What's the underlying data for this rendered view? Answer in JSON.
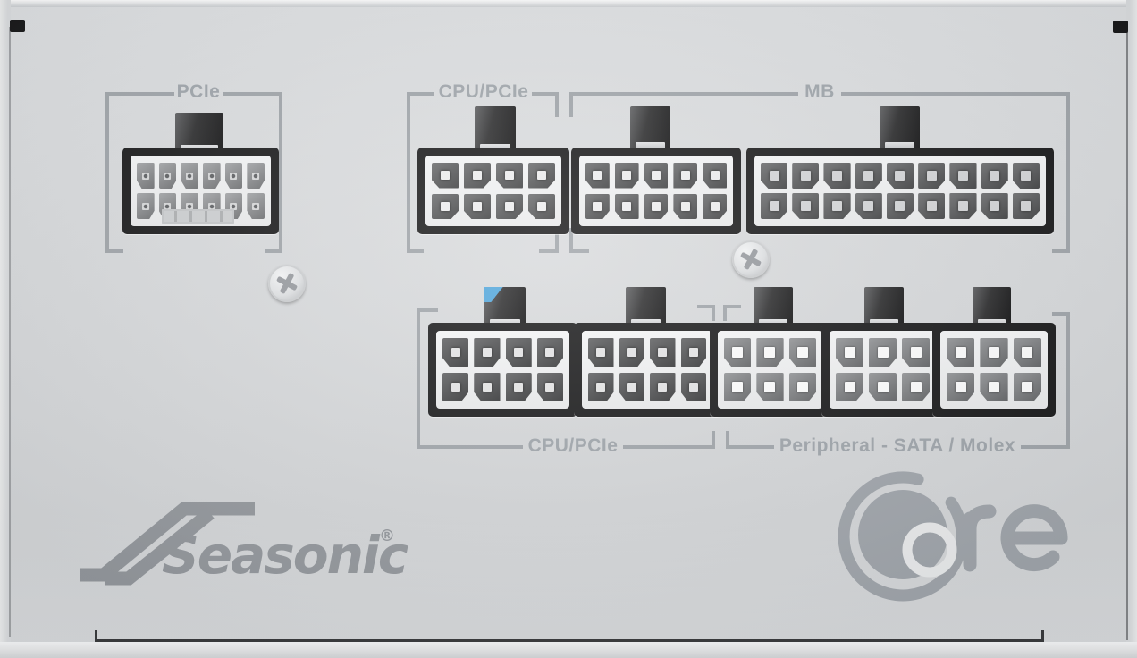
{
  "product": {
    "brand": "Seasonic",
    "brand_mark": "®",
    "series": "Core",
    "series_rendered_suffix": "re"
  },
  "groups": {
    "pcie": {
      "label": "PCIe"
    },
    "cpu_pcie_top": {
      "label": "CPU/PCIe"
    },
    "mb": {
      "label": "MB"
    },
    "cpu_pcie_bottom": {
      "label": "CPU/PCIe"
    },
    "peripheral": {
      "label": "Peripheral - SATA / Molex"
    }
  },
  "connectors": {
    "top_row": [
      {
        "name": "pcie-12pin-socket",
        "group": "PCIe",
        "pins": 12,
        "rows": 2,
        "cols": 6,
        "pin_style": "pcie-style",
        "has_key_strip": true
      },
      {
        "name": "cpu-pcie-8pin-socket",
        "group": "CPU/PCIe",
        "pins": 8,
        "rows": 2,
        "cols": 4,
        "pin_style": "dark-style"
      },
      {
        "name": "mb-10pin-socket",
        "group": "MB",
        "pins": 10,
        "rows": 2,
        "cols": 5,
        "pin_style": "dark-style"
      },
      {
        "name": "mb-18pin-socket",
        "group": "MB",
        "pins": 18,
        "rows": 2,
        "cols": 9,
        "pin_style": "mb-style"
      }
    ],
    "bottom_row": [
      {
        "name": "cpu-pcie-8pin-socket-1",
        "group": "CPU/PCIe",
        "pins": 8,
        "rows": 2,
        "cols": 4,
        "pin_style": "darkest-style",
        "blue_mark": true
      },
      {
        "name": "cpu-pcie-8pin-socket-2",
        "group": "CPU/PCIe",
        "pins": 8,
        "rows": 2,
        "cols": 4,
        "pin_style": "darkest-style"
      },
      {
        "name": "peripheral-6pin-socket-1",
        "group": "Peripheral - SATA / Molex",
        "pins": 6,
        "rows": 2,
        "cols": 3,
        "pin_style": "peri-style"
      },
      {
        "name": "peripheral-6pin-socket-2",
        "group": "Peripheral - SATA / Molex",
        "pins": 6,
        "rows": 2,
        "cols": 3,
        "pin_style": "peri-style"
      },
      {
        "name": "peripheral-6pin-socket-3",
        "group": "Peripheral - SATA / Molex",
        "pins": 6,
        "rows": 2,
        "cols": 3,
        "pin_style": "peri-style"
      }
    ]
  },
  "hardware": {
    "screw_count": 2
  },
  "colors": {
    "panel": "#d6d8da",
    "label_gray": "#9aa0a6",
    "bracket_gray": "#9ba0a5",
    "recess_black": "#0e0e0f",
    "housing_white": "#f0f1f2",
    "logo_gray": "#8f9398",
    "core_logo_gray": "#9ca1a7",
    "blue_key_mark": "#49a2da"
  }
}
